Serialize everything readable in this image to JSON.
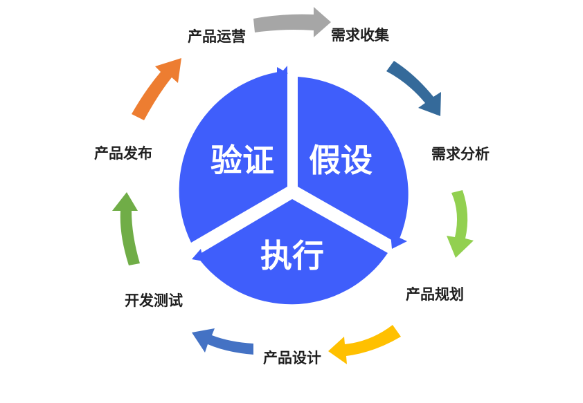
{
  "core": {
    "color": "#3f5efb",
    "segments": [
      {
        "id": "verify",
        "label": "验证"
      },
      {
        "id": "hypothesis",
        "label": "假设"
      },
      {
        "id": "execute",
        "label": "执行"
      }
    ]
  },
  "stages": [
    {
      "id": "demand-collection",
      "label": "需求收集"
    },
    {
      "id": "demand-analysis",
      "label": "需求分析"
    },
    {
      "id": "product-planning",
      "label": "产品规划"
    },
    {
      "id": "product-design",
      "label": "产品设计"
    },
    {
      "id": "dev-testing",
      "label": "开发测试"
    },
    {
      "id": "product-release",
      "label": "产品发布"
    },
    {
      "id": "product-operation",
      "label": "产品运营"
    }
  ],
  "arrows": [
    {
      "from": "product-operation",
      "to": "demand-collection",
      "color": "#a6a6a6"
    },
    {
      "from": "demand-collection",
      "to": "demand-analysis",
      "color": "#356a9a"
    },
    {
      "from": "demand-analysis",
      "to": "product-planning",
      "color": "#92d050"
    },
    {
      "from": "product-planning",
      "to": "product-design",
      "color": "#ffc000"
    },
    {
      "from": "product-design",
      "to": "dev-testing",
      "color": "#4472c4"
    },
    {
      "from": "dev-testing",
      "to": "product-release",
      "color": "#70ad47"
    },
    {
      "from": "product-release",
      "to": "product-operation",
      "color": "#ed7d31"
    }
  ]
}
